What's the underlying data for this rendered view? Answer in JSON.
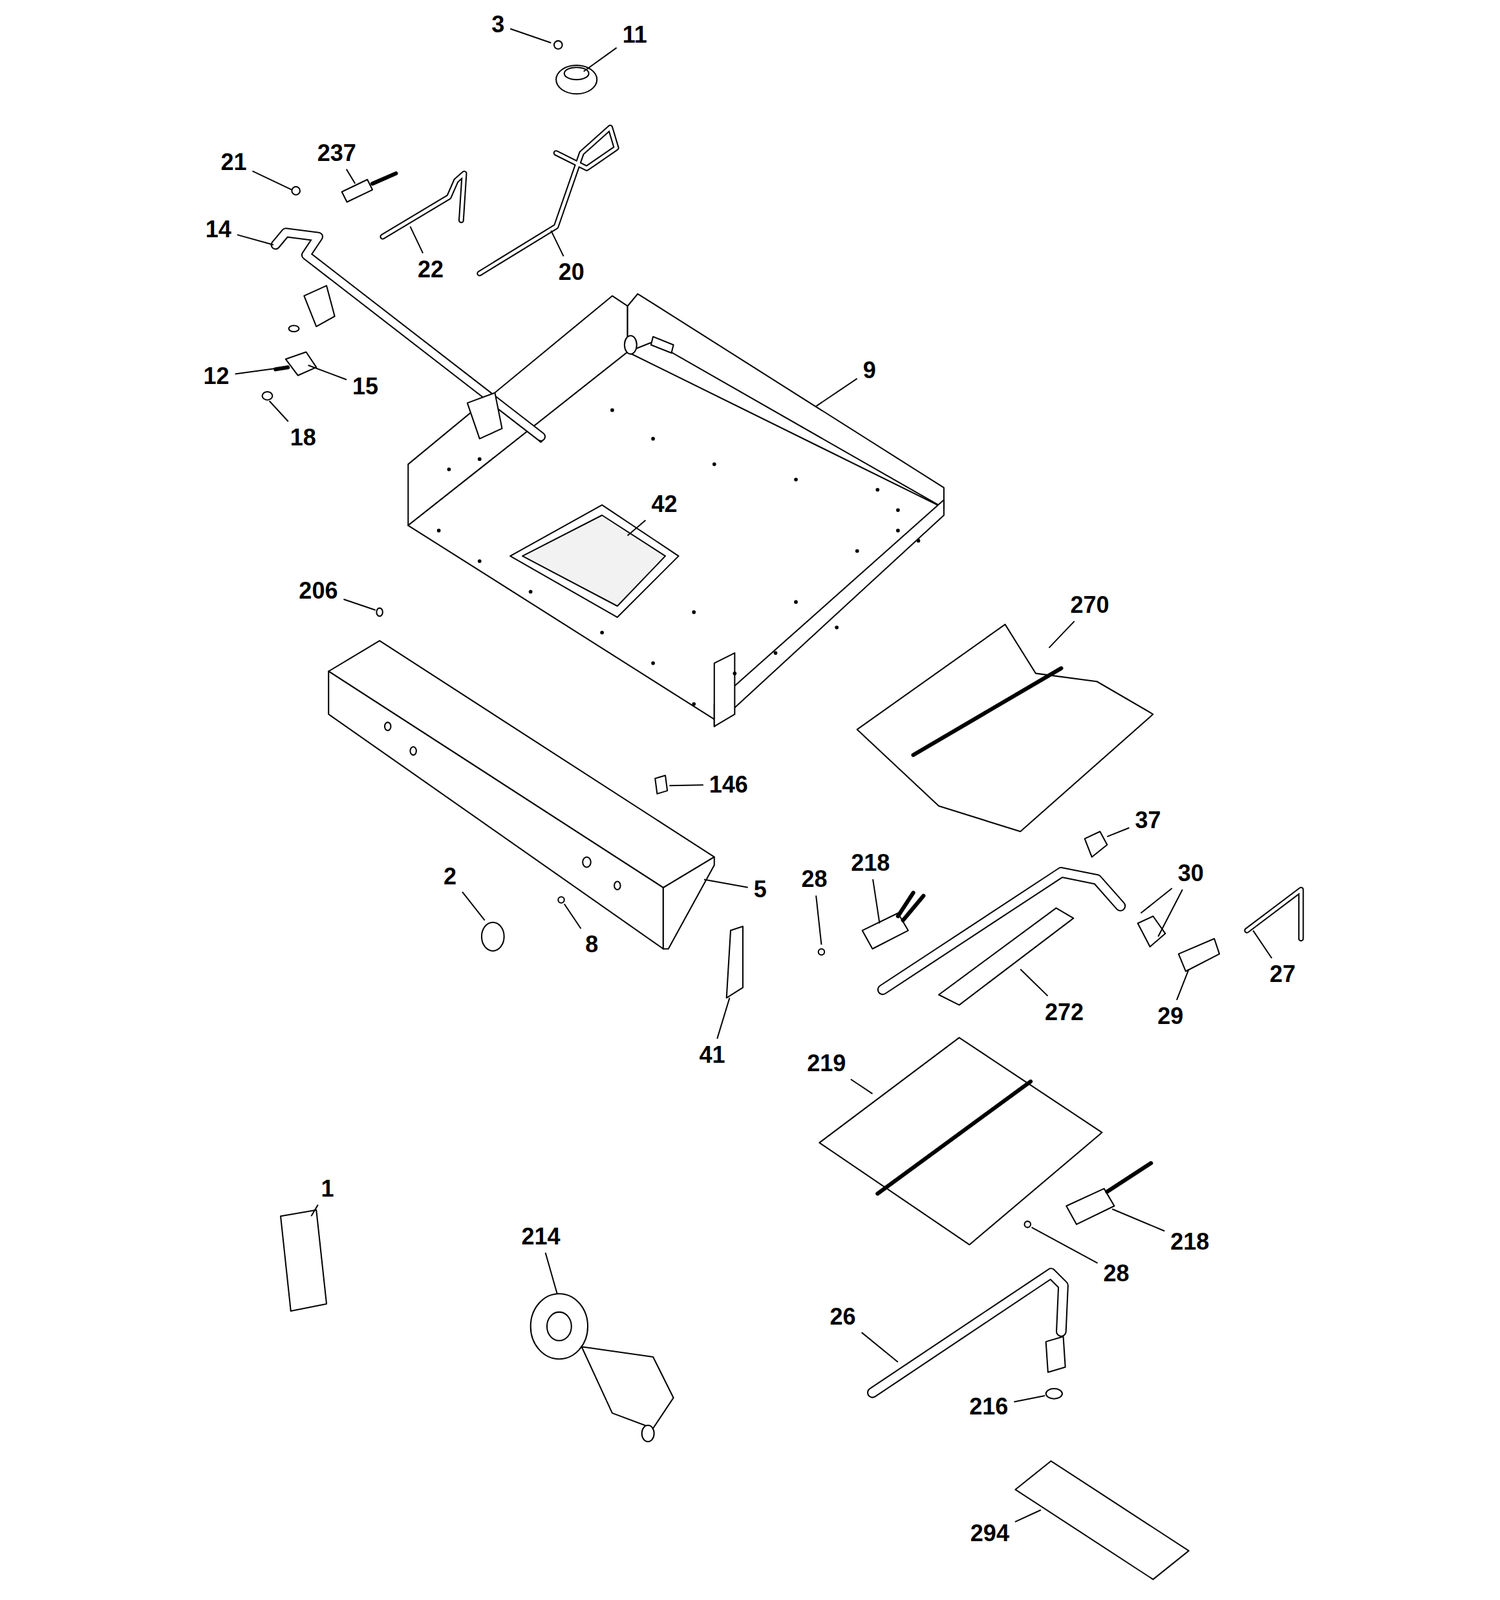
{
  "diagram": {
    "labels": [
      "3",
      "11",
      "21",
      "237",
      "14",
      "22",
      "20",
      "9",
      "12",
      "15",
      "18",
      "42",
      "206",
      "270",
      "146",
      "37",
      "2",
      "5",
      "30",
      "28",
      "218",
      "8",
      "27",
      "29",
      "272",
      "41",
      "219",
      "1",
      "214",
      "218",
      "28",
      "26",
      "216",
      "294"
    ]
  }
}
